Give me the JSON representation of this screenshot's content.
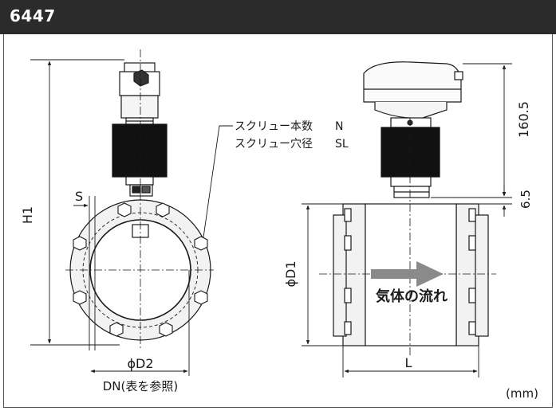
{
  "header": {
    "code": "6447"
  },
  "labels": {
    "h1": "H1",
    "s": "S",
    "screw_count": "スクリュー本数",
    "screw_count_sym": "N",
    "screw_hole": "スクリュー穴径",
    "screw_hole_sym": "SL",
    "d2": "ϕD2",
    "dn": "DN(表を参照)",
    "d1": "ϕD1",
    "length": "L",
    "dim_top": "160.5",
    "dim_gap": "6.5",
    "flow": "気体の流れ",
    "unit": "(mm)"
  },
  "colors": {
    "header_bg": "#2b2b2b",
    "body_black": "#111111",
    "flange_gray": "#f2f2f2",
    "arrow_gray": "#8a8a8a"
  }
}
